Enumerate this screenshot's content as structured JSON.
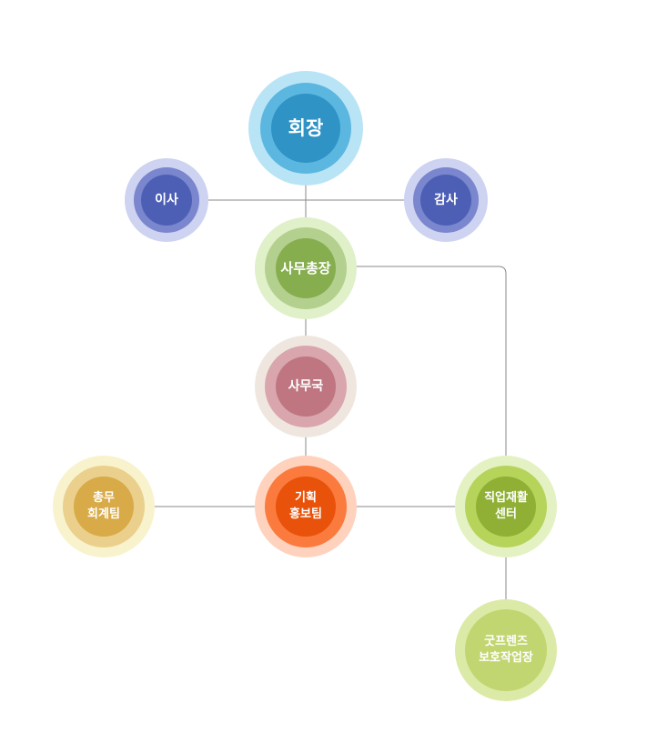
{
  "nodes": {
    "chairman": {
      "lines": [
        "회장"
      ]
    },
    "director": {
      "lines": [
        "이사"
      ]
    },
    "auditor": {
      "lines": [
        "감사"
      ]
    },
    "secretary_general": {
      "lines": [
        "사무총장"
      ]
    },
    "secretariat": {
      "lines": [
        "사무국"
      ]
    },
    "general_affairs": {
      "lines": [
        "총무",
        "회계팀"
      ]
    },
    "planning_pr": {
      "lines": [
        "기획",
        "홍보팀"
      ]
    },
    "vocational_center": {
      "lines": [
        "직업재활",
        "센터"
      ]
    },
    "goodfriends_workshop": {
      "lines": [
        "굿프렌즈",
        "보호작업장"
      ]
    }
  },
  "colors": {
    "chairman": [
      "#b9e4f6",
      "#5bb7df",
      "#2f93c6"
    ],
    "director": [
      "#cdd3f0",
      "#7a86cd",
      "#4d5fb5"
    ],
    "auditor": [
      "#cdd3f0",
      "#7a86cd",
      "#4d5fb5"
    ],
    "secretary_general": [
      "#e0f0c8",
      "#b3d08e",
      "#86ad4e"
    ],
    "secretariat": [
      "#efe7df",
      "#d9a6ae",
      "#bf7681"
    ],
    "general_affairs": [
      "#f8f3cc",
      "#ead08c",
      "#d8aa48"
    ],
    "planning_pr": [
      "#ffd2bd",
      "#fb7a3d",
      "#e9520a"
    ],
    "vocational_center": [
      "#e4f2c3",
      "#b6d35a",
      "#8fb035"
    ],
    "goodfriends_workshop": [
      "#dceaa8",
      "#c1d670",
      "#c1d670"
    ],
    "connector": "#8a8a8a"
  }
}
